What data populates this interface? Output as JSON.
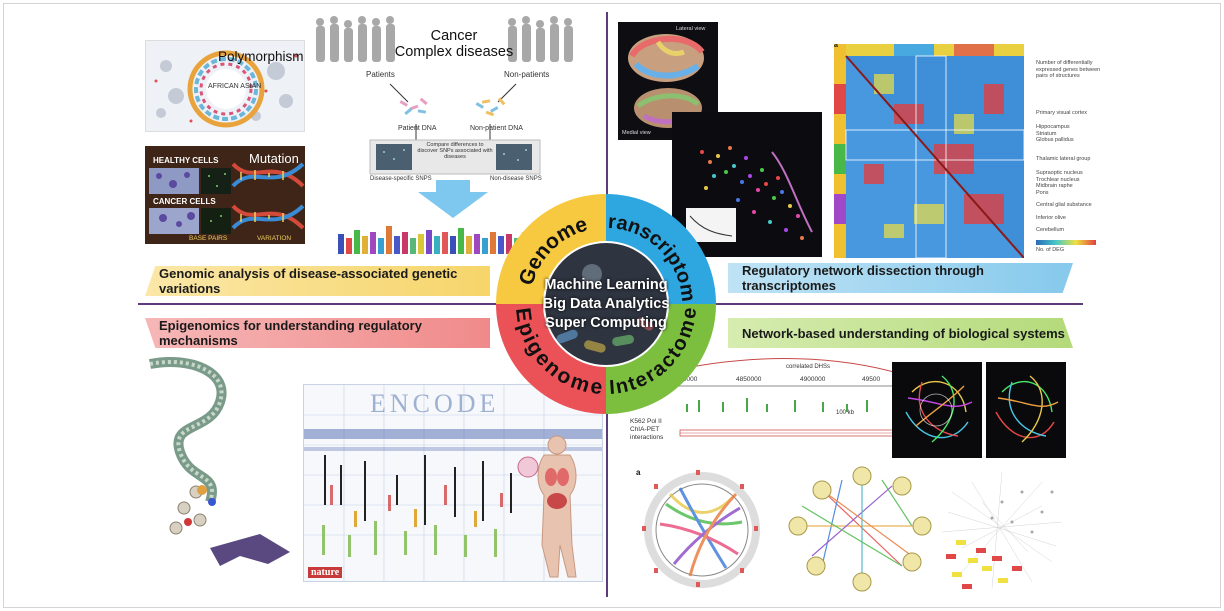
{
  "center": {
    "line1": "Machine Learning",
    "line2": "Big Data Analytics",
    "line3": "Super Computing"
  },
  "quadrants": {
    "genome": {
      "label": "Genome",
      "color": "#f7c940"
    },
    "transcriptome": {
      "label": "Transcriptome",
      "color": "#2ea6df"
    },
    "epigenome": {
      "label": "Epigenome",
      "color": "#ea5257"
    },
    "interactome": {
      "label": "Interactome",
      "color": "#7cbe3e"
    }
  },
  "banners": {
    "genome": "Genomic analysis of disease-associated genetic variations",
    "transcriptome": "Regulatory network dissection through transcriptomes",
    "epigenome": "Epigenomics for understanding regulatory mechanisms",
    "interactome": "Network-based understanding of biological systems"
  },
  "genome_panel": {
    "polymorphism": "Polymorphism",
    "mutation": "Mutation",
    "healthy_cells": "HEALTHY CELLS",
    "cancer_cells": "CANCER CELLS",
    "base_pairs": "BASE PAIRS",
    "variation": "VARIATION",
    "cancer": "Cancer",
    "complex_diseases": "Complex diseases",
    "patients": "Patients",
    "non_patients": "Non-patients",
    "patient_dna": "Patient DNA",
    "non_patient_dna": "Non-patient DNA",
    "compare": "Compare differences to discover SNPs associated with diseases",
    "disease_snps": "Disease-specific SNPS",
    "nondisease_snps": "Non-disease SNPS",
    "african": "AFRICAN",
    "asian": "ASIAN"
  },
  "epigenome_panel": {
    "encode": "ENCODE",
    "nature": "nature"
  },
  "interactome_panel": {
    "correlated": "correlated DHSs",
    "k562": "K562 Pol II",
    "chia": "ChIA-PET",
    "interactions": "interactions",
    "coord1": "4800000",
    "coord2": "4850000",
    "coord3": "4900000",
    "coord4": "49500",
    "scale": "100 kb",
    "panel_a": "a"
  },
  "transcriptome_panel": {
    "panel_a": "a",
    "lateral": "Lateral view",
    "medial": "Medial view",
    "primary_visual": "Primary visual cortex",
    "hippocampus": "Hippocampus",
    "striatum": "Striatum",
    "globus": "Globus pallidus",
    "thalamic": "Thalamic lateral group",
    "supraoptic": "Supraoptic nucleus",
    "trochlear": "Trochlear nucleus",
    "midbrain": "Midbrain raphe",
    "pons": "Pons",
    "central_grey": "Central glial substance",
    "inferior": "Inferior olive",
    "cerebellum": "Cerebellum",
    "num_deg": "Number of differentially expressed genes between pairs of structures",
    "no_deg": "No. of DEG"
  }
}
